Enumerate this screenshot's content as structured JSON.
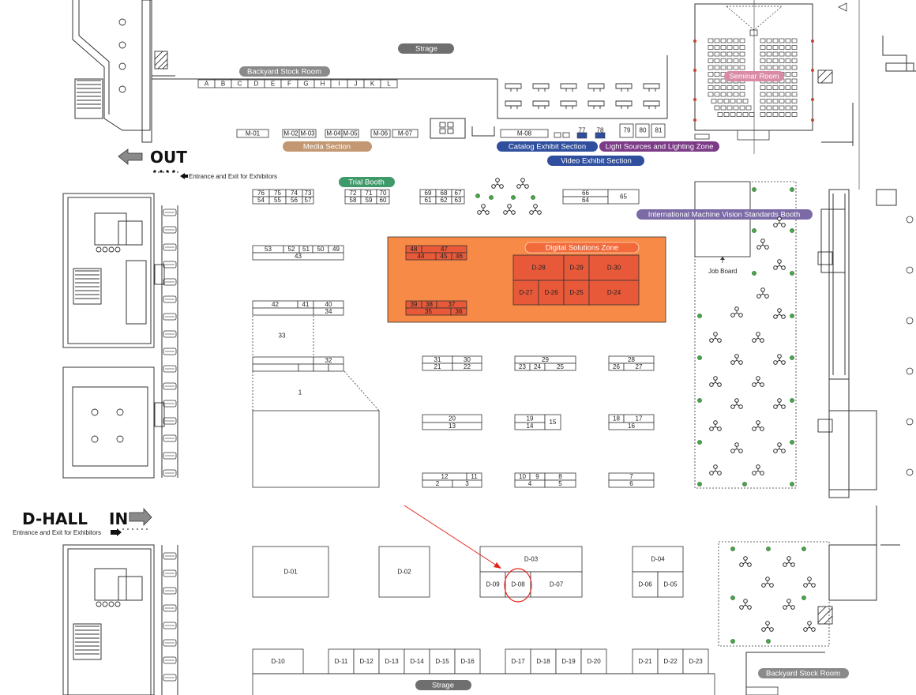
{
  "hall": {
    "name": "D-HALL",
    "out_label": "OUT",
    "in_label": "IN",
    "exhibitor_entrance": "Entrance and Exit for Exhibitors",
    "job_board": "Job Board"
  },
  "colors": {
    "booth_stroke": "#333333",
    "zone_orange": "#f68a46",
    "booth_red": "#e8593a",
    "pill_gray": "#6f6f6f",
    "pill_tan": "#c29772",
    "pill_green": "#3f9a6a",
    "pill_blue": "#2f4f9e",
    "pill_purple": "#7b3b87",
    "pill_pink": "#d98aa5",
    "pill_orange": "#f26a3a",
    "annotation_red": "#e2231a",
    "plant_green": "#4aa54a"
  },
  "zones": {
    "strage_top": "Strage",
    "strage_bottom": "Strage",
    "backyard_top": "Backyard Stock Room",
    "backyard_bottom": "Backyard Stock Room",
    "media": "Media Section",
    "trial": "Trial Booth",
    "catalog": "Catalog Exhibit Section",
    "video": "Video Exhibit Section",
    "lighting": "Light Sources and Lighting Zone",
    "seminar": "Seminar Room",
    "imvs": "International Machine Vision Standards Booth",
    "digital": "Digital Solutions Zone"
  },
  "booths": {
    "stock": [
      "A",
      "B",
      "C",
      "D",
      "E",
      "F",
      "G",
      "H",
      "I",
      "J",
      "K",
      "L"
    ],
    "media": [
      "M-01",
      "M-02",
      "M-03",
      "M-04",
      "M-05",
      "M-06",
      "M-07",
      "M-08"
    ],
    "n77": "77",
    "n78": "78",
    "n79": "79",
    "n80": "80",
    "n81": "81",
    "n76": "76",
    "n75": "75",
    "n74": "74",
    "n73": "73",
    "n54": "54",
    "n55": "55",
    "n56": "56",
    "n57": "57",
    "n72": "72",
    "n71": "71",
    "n70": "70",
    "n58": "58",
    "n59": "59",
    "n60": "60",
    "n69": "69",
    "n68": "68",
    "n67": "67",
    "n61": "61",
    "n62": "62",
    "n63": "63",
    "n66": "66",
    "n64": "64",
    "n65": "65",
    "n53": "53",
    "n52": "52",
    "n51": "51",
    "n50": "50",
    "n49": "49",
    "n43": "43",
    "n48": "48",
    "n47": "47",
    "n44": "44",
    "n45": "45",
    "n46": "46",
    "n39": "39",
    "n38": "38",
    "n37": "37",
    "n35": "35",
    "n36": "36",
    "d28": "D-28",
    "d29": "D-29",
    "d30": "D-30",
    "d27": "D-27",
    "d26": "D-26",
    "d25": "D-25",
    "d24": "D-24",
    "n42": "42",
    "n41": "41",
    "n40": "40",
    "n34": "34",
    "n33": "33",
    "n32": "32",
    "n1": "1",
    "n31": "31",
    "n30": "30",
    "n21": "21",
    "n22": "22",
    "n29": "29",
    "n23": "23",
    "n24": "24",
    "n25": "25",
    "n28": "28",
    "n26": "26",
    "n27": "27",
    "n20": "20",
    "n13": "13",
    "n19": "19",
    "n14": "14",
    "n15": "15",
    "n18": "18",
    "n17": "17",
    "n16": "16",
    "n12": "12",
    "n11": "11",
    "n2": "2",
    "n3": "3",
    "n10": "10",
    "n9": "9",
    "n8": "8",
    "n4": "4",
    "n5": "5",
    "n7": "7",
    "n6": "6",
    "d01": "D-01",
    "d02": "D-02",
    "d03": "D-03",
    "d09": "D-09",
    "d08": "D-08",
    "d07": "D-07",
    "d04": "D-04",
    "d06": "D-06",
    "d05": "D-05",
    "d10": "D-10",
    "d11": "D-11",
    "d12": "D-12",
    "d13": "D-13",
    "d14": "D-14",
    "d15": "D-15",
    "d16": "D-16",
    "d17": "D-17",
    "d18": "D-18",
    "d19": "D-19",
    "d20": "D-20",
    "d21": "D-21",
    "d22": "D-22",
    "d23": "D-23"
  }
}
